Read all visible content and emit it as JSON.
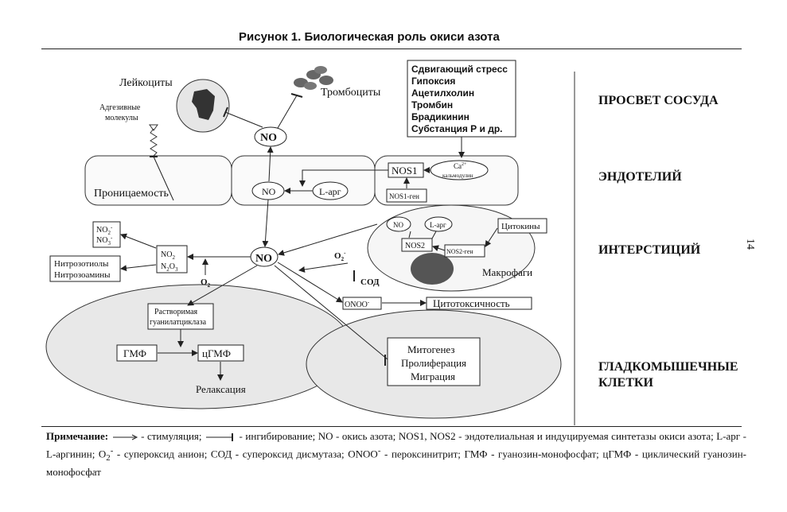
{
  "title": "Рисунок 1.  Биологическая роль окиси азота",
  "page_number": "14",
  "zones": {
    "lumen": "ПРОСВЕТ СОСУДА",
    "endothelium": "ЭНДОТЕЛИЙ",
    "interstitium": "ИНТЕРСТИЦИЙ",
    "smooth_muscle_1": "ГЛАДКОМЫШЕЧНЫЕ",
    "smooth_muscle_2": "КЛЕТКИ"
  },
  "stimuli": [
    "Сдвигающий стресс",
    "Гипоксия",
    "Ацетилхолин",
    "Тромбин",
    "Брадикинин",
    "Субстанция Р и др."
  ],
  "labels": {
    "leukocytes": "Лейкоциты",
    "platelets": "Тромбоциты",
    "adhesion_1": "Адгезивные",
    "adhesion_2": "молекулы",
    "no": "NO",
    "nos1": "NOS1",
    "ca": "Ca",
    "ca_sup": "2+",
    "calmodulin": "кальмодулин",
    "nos1_gene": "NOS1-ген",
    "l_arg": "L-арг",
    "permeability": "Проницаемость",
    "no2": "NO",
    "no2_sub": "2",
    "no2_sup": "-",
    "no3": "NO",
    "no3_sub": "3",
    "no3_sup": "-",
    "nitroso_1": "Нитрозотиолы",
    "nitroso_2": "Нитрозоамины",
    "n2o3_a": "NO",
    "n2o3_a_sub": "2",
    "n2o3_b": "N",
    "n2o3_b_sub1": "2",
    "n2o3_b_o": "O",
    "n2o3_b_sub2": "3",
    "o2": "O",
    "o2_sub": "2",
    "superoxide": "O",
    "superoxide_sub": "2",
    "superoxide_sup": "-",
    "sod": "СОД",
    "onoo": "ONOO",
    "onoo_sup": "-",
    "cytotoxicity": "Цитотоксичность",
    "cytokines": "Цитокины",
    "nos2": "NOS2",
    "nos2_gene": "NOS2-ген",
    "macrophages": "Макрофаги",
    "sgc_1": "Растворимая",
    "sgc_2": "гуанилатциклаза",
    "gmp": "ГМФ",
    "cgmp": "цГМФ",
    "relaxation": "Релаксация",
    "mitogenesis": "Митогенез",
    "proliferation": "Пролиферация",
    "migration": "Миграция"
  },
  "note": {
    "head": "Примечание:",
    "stim": " - стимуляция;",
    "inhib": " - ингибирование; NO - окись азота; NOS1, NOS2 - эндотелиальная и индуцируемая синтетазы окиси азота;  L-арг - L-аргинин; O",
    "o2_sub": "2",
    "o2_sup": "-",
    "rest": " - супероксид анион; СОД - супероксид дисмутаза; ONOO",
    "onoo_sup": "-",
    "rest2": " - пероксинитрит; ГМФ - гуанозин-монофосфат;  цГМФ - циклический гуанозин-монофосфат"
  }
}
